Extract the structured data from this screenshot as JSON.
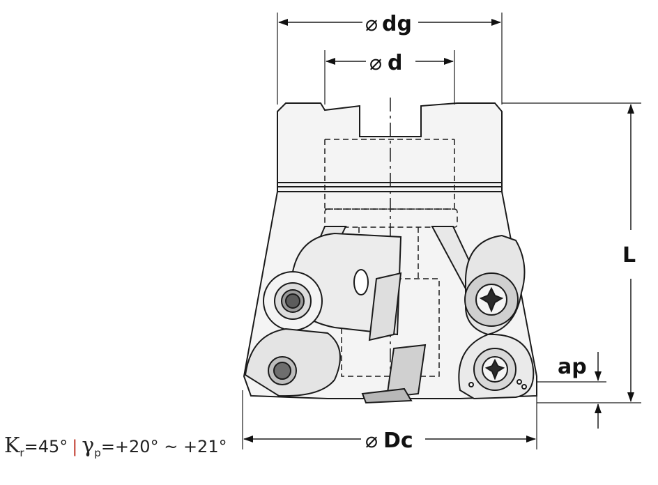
{
  "dimensions": {
    "dg": {
      "symbol": "⌀",
      "label": "dg"
    },
    "d": {
      "symbol": "⌀",
      "label": "d"
    },
    "Dc": {
      "symbol": "⌀",
      "label": "Dc"
    },
    "L": {
      "label": "L"
    },
    "ap": {
      "label": "ap"
    }
  },
  "spec": {
    "kappa_symbol": "K",
    "kappa_sub": "r",
    "kappa_value": "=45°",
    "separator": "|",
    "gamma_symbol": "γ",
    "gamma_sub": "p",
    "gamma_value": "=+20° ~ +21°"
  },
  "colors": {
    "line": "#1a1a1a",
    "body_fill": "#f2f2f2",
    "separator": "#c0392b"
  }
}
